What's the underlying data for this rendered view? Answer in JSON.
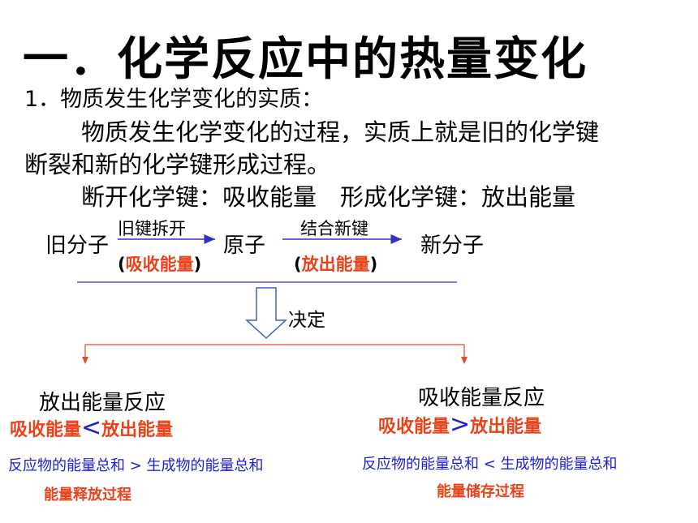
{
  "title": "一．化学反应中的热量变化",
  "section": {
    "heading": "1．物质发生化学变化的实质：",
    "line1": "物质发生化学变化的过程，实质上就是旧的化学键",
    "line2": "断裂和新的化学键形成过程。",
    "line3": "断开化学键：吸收能量　形成化学键：放出能量"
  },
  "flow": {
    "old_molecule": "旧分子",
    "step1_label": "旧键拆开",
    "step1_note_open": "(",
    "step1_note": "吸收能量",
    "step1_note_close": ")",
    "atom": "原子",
    "step2_label": "结合新键",
    "step2_note_open": "(",
    "step2_note": "放出能量",
    "step2_note_close": ")",
    "new_molecule": "新分子",
    "decides": "决定"
  },
  "left_branch": {
    "title": "放出能量反应",
    "compare_a": "吸收能量",
    "compare_op": "<",
    "compare_b": "放出能量",
    "relation": "反应物的能量总和 > 生成物的能量总和",
    "process": "能量释放过程"
  },
  "right_branch": {
    "title": "吸收能量反应",
    "compare_a": "吸收能量",
    "compare_op": ">",
    "compare_b": "放出能量",
    "relation": "反应物的能量总和 < 生成物的能量总和",
    "process": "能量储存过程"
  },
  "colors": {
    "red": "#e8431a",
    "blue": "#2020d0",
    "arrow_blue": "#3030c8",
    "branch_red": "#d85030",
    "hollow_arrow": "#4060c0"
  }
}
